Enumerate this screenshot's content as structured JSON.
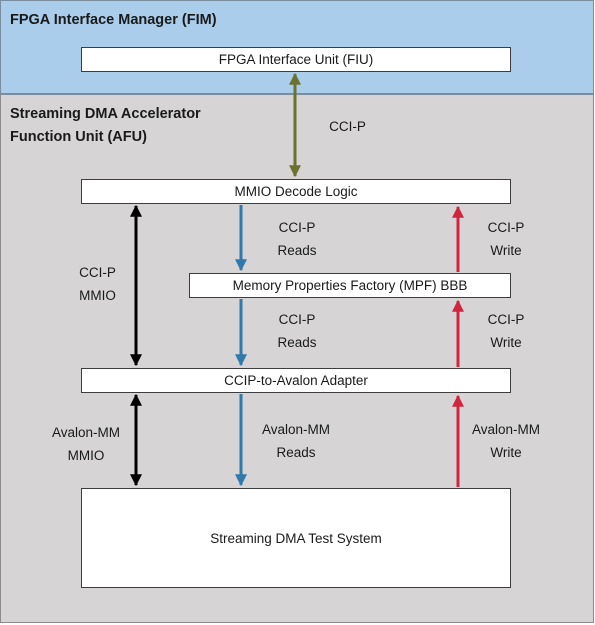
{
  "regions": {
    "fim_title": "FPGA Interface Manager (FIM)",
    "afu_title_line1": "Streaming DMA Accelerator",
    "afu_title_line2": "Function Unit (AFU)"
  },
  "blocks": {
    "fiu": "FPGA Interface Unit (FIU)",
    "mmio_decode": "MMIO Decode Logic",
    "mpf": "Memory Properties Factory (MPF) BBB",
    "adapter": "CCIP-to-Avalon Adapter",
    "test_system": "Streaming DMA Test System"
  },
  "labels": {
    "ccip": "CCI-P",
    "ccip_mmio": [
      "CCI-P",
      "MMIO"
    ],
    "ccip_reads_upper": [
      "CCI-P",
      "Reads"
    ],
    "ccip_write_upper": [
      "CCI-P",
      "Write"
    ],
    "ccip_reads_lower": [
      "CCI-P",
      "Reads"
    ],
    "ccip_write_lower": [
      "CCI-P",
      "Write"
    ],
    "avalon_mmio": [
      "Avalon-MM",
      "MMIO"
    ],
    "avalon_reads": [
      "Avalon-MM",
      "Reads"
    ],
    "avalon_write": [
      "Avalon-MM",
      "Write"
    ]
  },
  "colors": {
    "fim_bg": "#a9cdea",
    "afu_bg": "#d6d4d4",
    "ccip_arrow": "#6b7230",
    "mmio_arrow": "#000000",
    "read_arrow": "#2f79ad",
    "write_arrow": "#d1243e"
  }
}
